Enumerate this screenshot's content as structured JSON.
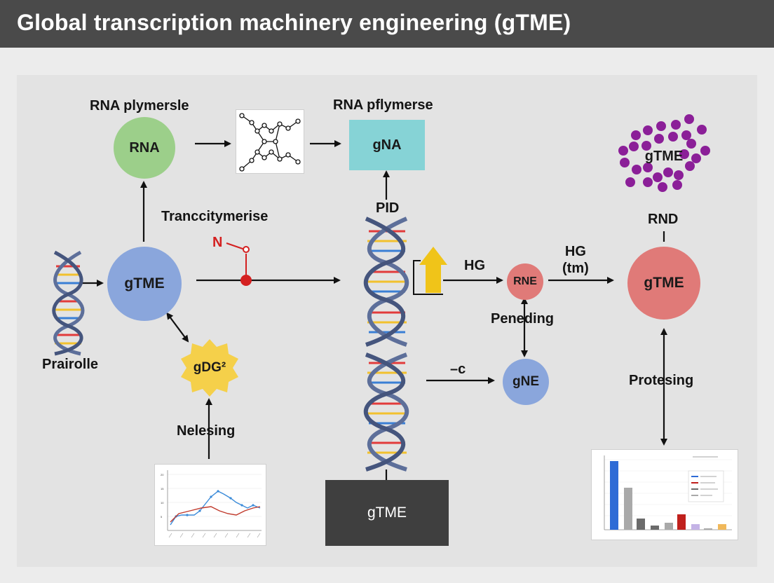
{
  "page": {
    "title": "Global transcription machinery engineering (gTME)"
  },
  "colors": {
    "green_node": "#9ccf8a",
    "blue_node": "#8aa6dc",
    "teal_box": "#86d3d6",
    "red_node": "#e07a78",
    "yellow_star": "#f5d04a",
    "purple_dots": "#8b1f98",
    "dark_box": "#3f3f3f",
    "red_accent": "#d42020"
  },
  "labels": {
    "rna_polymerase_top_left": "RNA plymersle",
    "rna_polymerase_top_mid": "RNA pflymerse",
    "tranccitymerise": "Tranccitymerise",
    "n_marker": "N",
    "pid": "PID",
    "hg": "HG",
    "hg_tm": "HG\n(tm)",
    "rnd": "RND",
    "peneding": "Peneding",
    "minus_c": "–c",
    "prairolle": "Prairolle",
    "nelesing": "Nelesing",
    "protesing": "Protesing"
  },
  "nodes": {
    "rna": "RNA",
    "gna": "gNA",
    "gtme_left": "gTME",
    "gdg2": "gDG²",
    "rne": "RNE",
    "gne": "gNE",
    "gtme_right": "gTME",
    "gtme_cluster": "gTME",
    "gtme_box": "gTME"
  }
}
